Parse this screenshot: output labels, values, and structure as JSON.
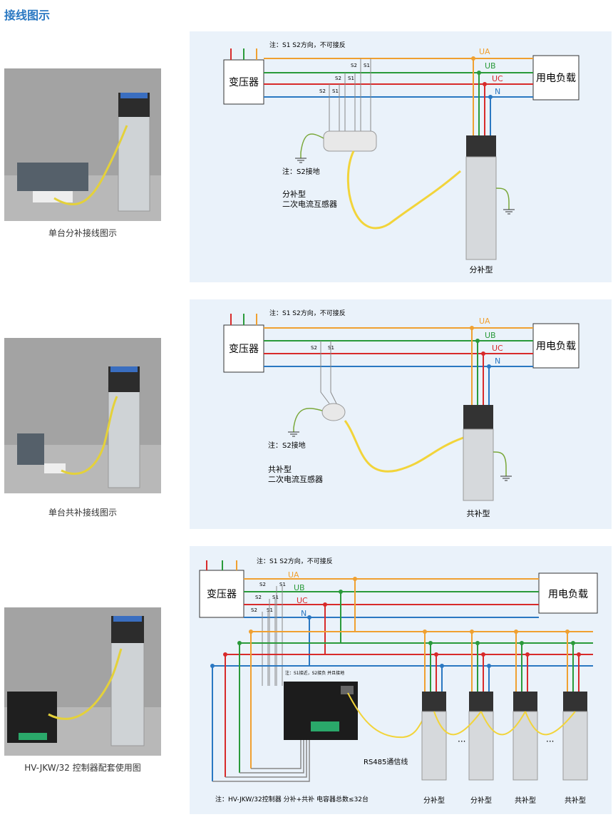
{
  "page_title": "接线图示",
  "colors": {
    "UA": "#f0a030",
    "UB": "#2a9a3a",
    "UC": "#d82a2a",
    "N": "#2a78c2",
    "cable": "#f2d43a",
    "ground": "#7aa83a"
  },
  "sections": [
    {
      "caption": "单台分补接线图示",
      "note_direction": "注：S1 S2方向，不可接反",
      "transformer": "变压器",
      "load": "用电负载",
      "phases": [
        "UA",
        "UB",
        "UC",
        "N"
      ],
      "ground_note": "注：S2接地",
      "ct_type_line1": "分补型",
      "ct_type_line2": "二次电流互感器",
      "device_label": "分补型",
      "s1": "S1",
      "s2": "S2"
    },
    {
      "caption": "单台共补接线图示",
      "note_direction": "注：S1 S2方向，不可接反",
      "transformer": "变压器",
      "load": "用电负载",
      "phases": [
        "UA",
        "UB",
        "UC",
        "N"
      ],
      "ground_note": "注：S2接地",
      "ct_type_line1": "共补型",
      "ct_type_line2": "二次电流互感器",
      "device_label": "共补型",
      "s1": "S1",
      "s2": "S2"
    },
    {
      "caption": "HV-JKW/32 控制器配套使用图",
      "note_direction": "注：S1 S2方向，不可接反",
      "transformer": "变压器",
      "load": "用电负载",
      "phases": [
        "UA",
        "UB",
        "UC",
        "N"
      ],
      "controller_note": "注：S1接近，S2接负 并且接地",
      "rs485": "RS485通信线",
      "bottom_note": "注：HV-JKW/32控制器 分补+共补 电容器总数≤32台",
      "device_labels": [
        "分补型",
        "分补型",
        "共补型",
        "共补型"
      ],
      "dots": "···",
      "s1": "S1",
      "s2": "S2"
    }
  ]
}
